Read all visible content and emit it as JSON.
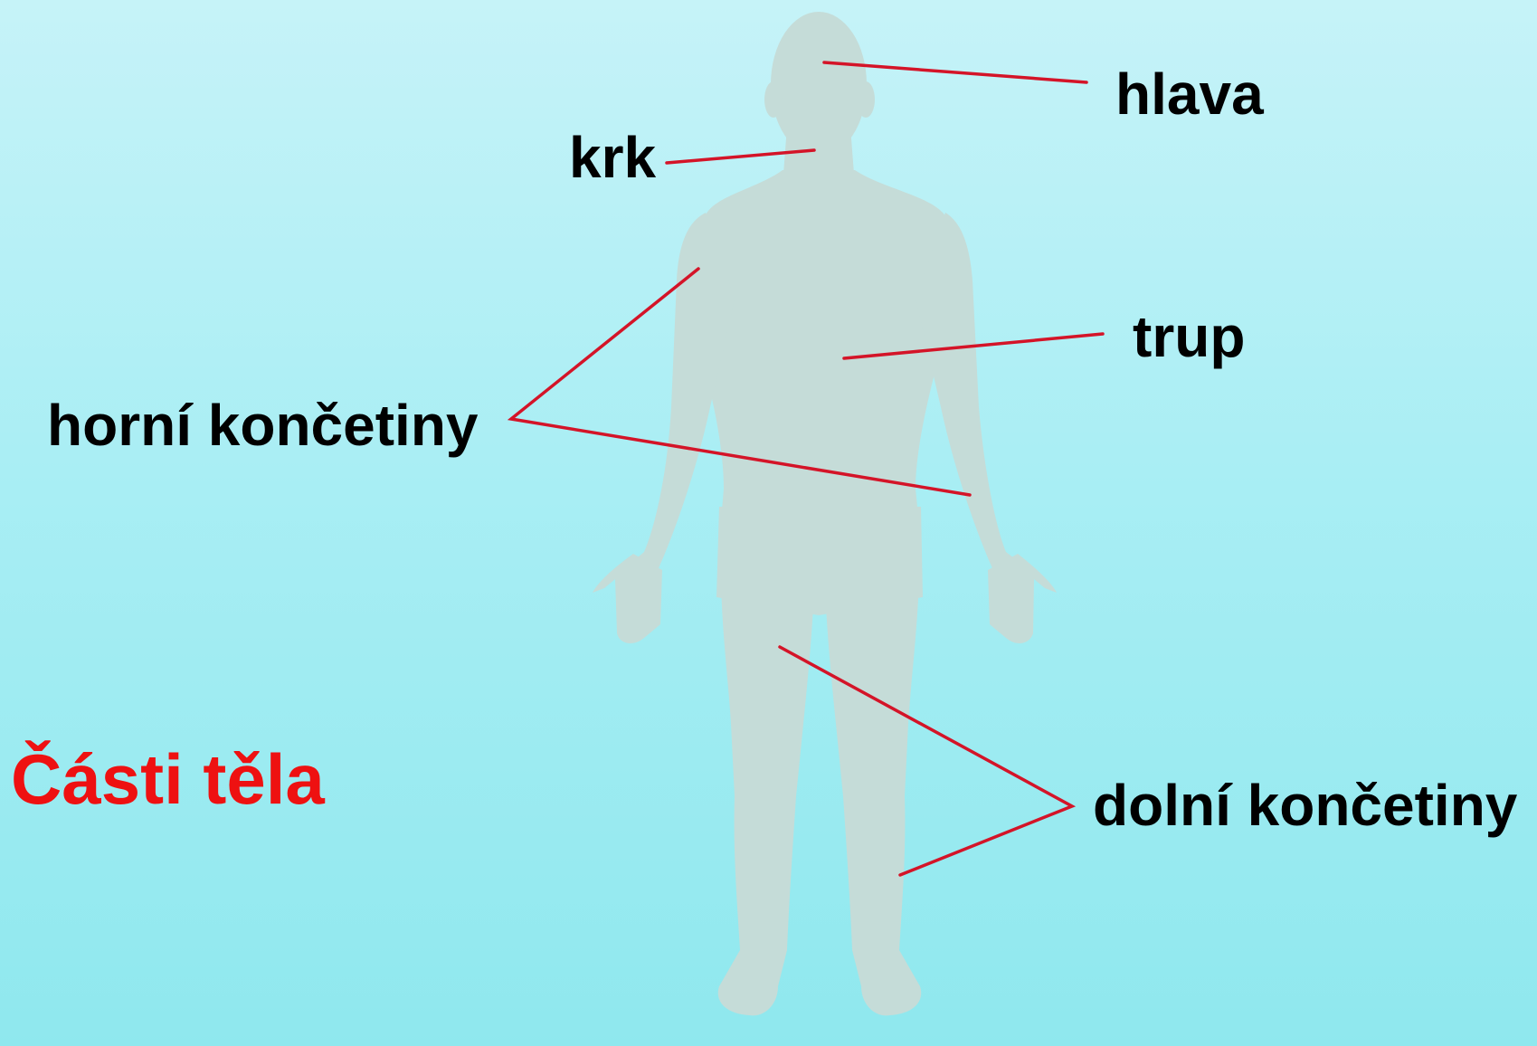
{
  "title": "Části těla",
  "labels": {
    "head": "hlava",
    "neck": "krk",
    "trunk": "trup",
    "upper_limbs": "horní končetiny",
    "lower_limbs": "dolní končetiny"
  },
  "colors": {
    "title": "#ee1111",
    "leader_lines": "#d41428",
    "silhouette": "#c5dcd8",
    "label_text": "#000000"
  }
}
